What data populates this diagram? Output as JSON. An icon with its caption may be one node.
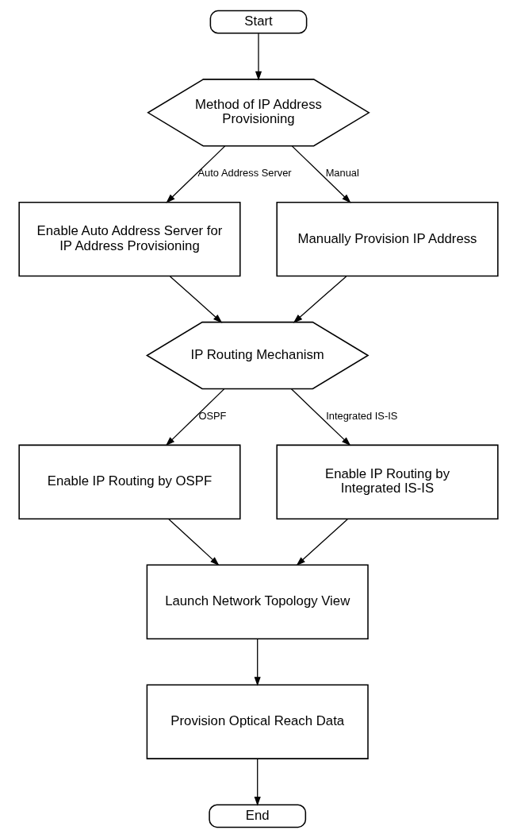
{
  "diagram": {
    "nodes": [
      {
        "text": [
          "Start"
        ]
      },
      {
        "text": [
          "Method of IP Address Provisioning"
        ]
      },
      {
        "text": [
          "Enable Auto Address Server for IP Address Provisioning"
        ]
      },
      {
        "text": [
          "Manually Provision IP Address"
        ]
      },
      {
        "text": [
          "IP Routing Mechanism"
        ]
      },
      {
        "text": [
          "Enable IP Routing by OSPF"
        ]
      },
      {
        "text": [
          "Enable IP Routing by Integrated IS-IS"
        ]
      },
      {
        "text": [
          "Launch Network Topology View"
        ]
      },
      {
        "text": [
          "Provision Optical Reach Data"
        ]
      },
      {
        "text": [
          "End"
        ]
      }
    ],
    "edges": [
      {
        "from": 0,
        "to": 1,
        "arrow": "to"
      },
      {
        "from": 1,
        "to": 2,
        "arrow": "to",
        "label": "Auto Address Server"
      },
      {
        "from": 1,
        "to": 3,
        "arrow": "to",
        "label": "Manual"
      },
      {
        "from": 2,
        "to": 4,
        "arrow": "to"
      },
      {
        "from": 3,
        "to": 4,
        "arrow": "to"
      },
      {
        "from": 4,
        "to": 5,
        "arrow": "to",
        "label": "OSPF"
      },
      {
        "from": 4,
        "to": 6,
        "arrow": "to",
        "label": "Integrated IS-IS"
      },
      {
        "from": 5,
        "to": 7,
        "arrow": "to"
      },
      {
        "from": 6,
        "to": 7,
        "arrow": "to"
      },
      {
        "from": 7,
        "to": 8,
        "arrow": "to"
      },
      {
        "from": 8,
        "to": 9,
        "arrow": "to"
      }
    ]
  }
}
